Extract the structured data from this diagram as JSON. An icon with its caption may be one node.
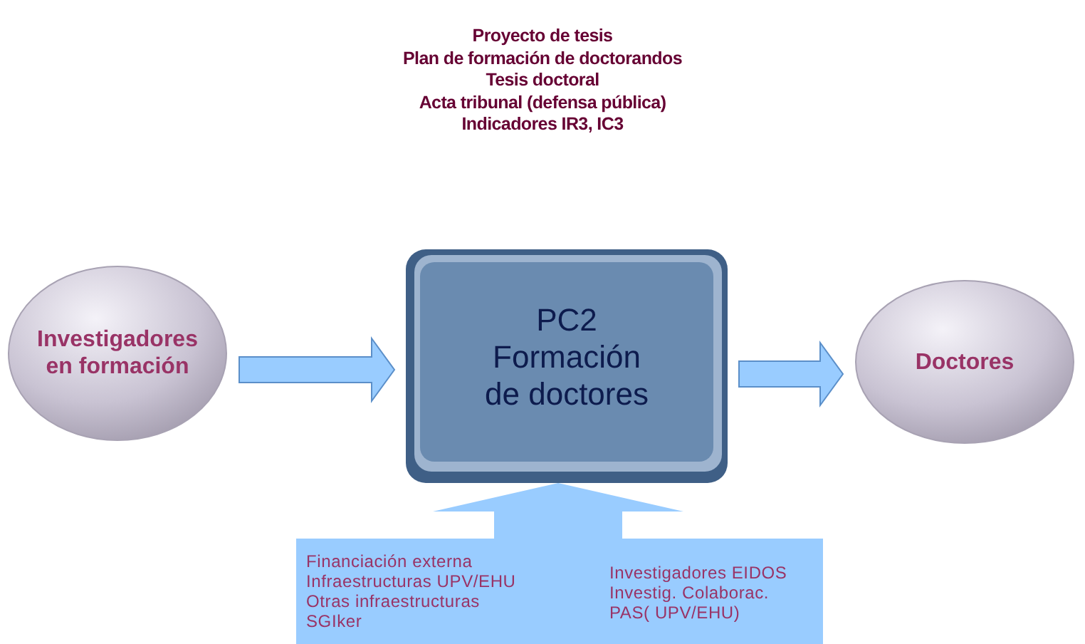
{
  "diagram": {
    "nodes": [
      {
        "text": [
          "Investigadores en formación"
        ]
      },
      {
        "text": [
          "PC2 Formación de doctores"
        ]
      },
      {
        "text": [
          "Doctores"
        ]
      },
      {
        "text": [
          "Financiación externa Infraestructuras UPV/EHU Otras infraestructuras SGIker",
          "Investigadores EIDOS Investig. Colaborac. PAS( UPV/EHU)"
        ]
      }
    ],
    "edges": [
      {
        "from": 0,
        "to": 1,
        "arrow": "to"
      },
      {
        "from": 1,
        "to": 2,
        "arrow": "to"
      },
      {
        "from": 3,
        "to": 1,
        "arrow": "to",
        "style": "thick"
      }
    ],
    "labels": [
      "Proyecto de tesis",
      "Plan de formación de doctorandos",
      "Tesis doctoral",
      "Acta tribunal (defensa pública)",
      "Indicadores IR3, IC3"
    ]
  }
}
